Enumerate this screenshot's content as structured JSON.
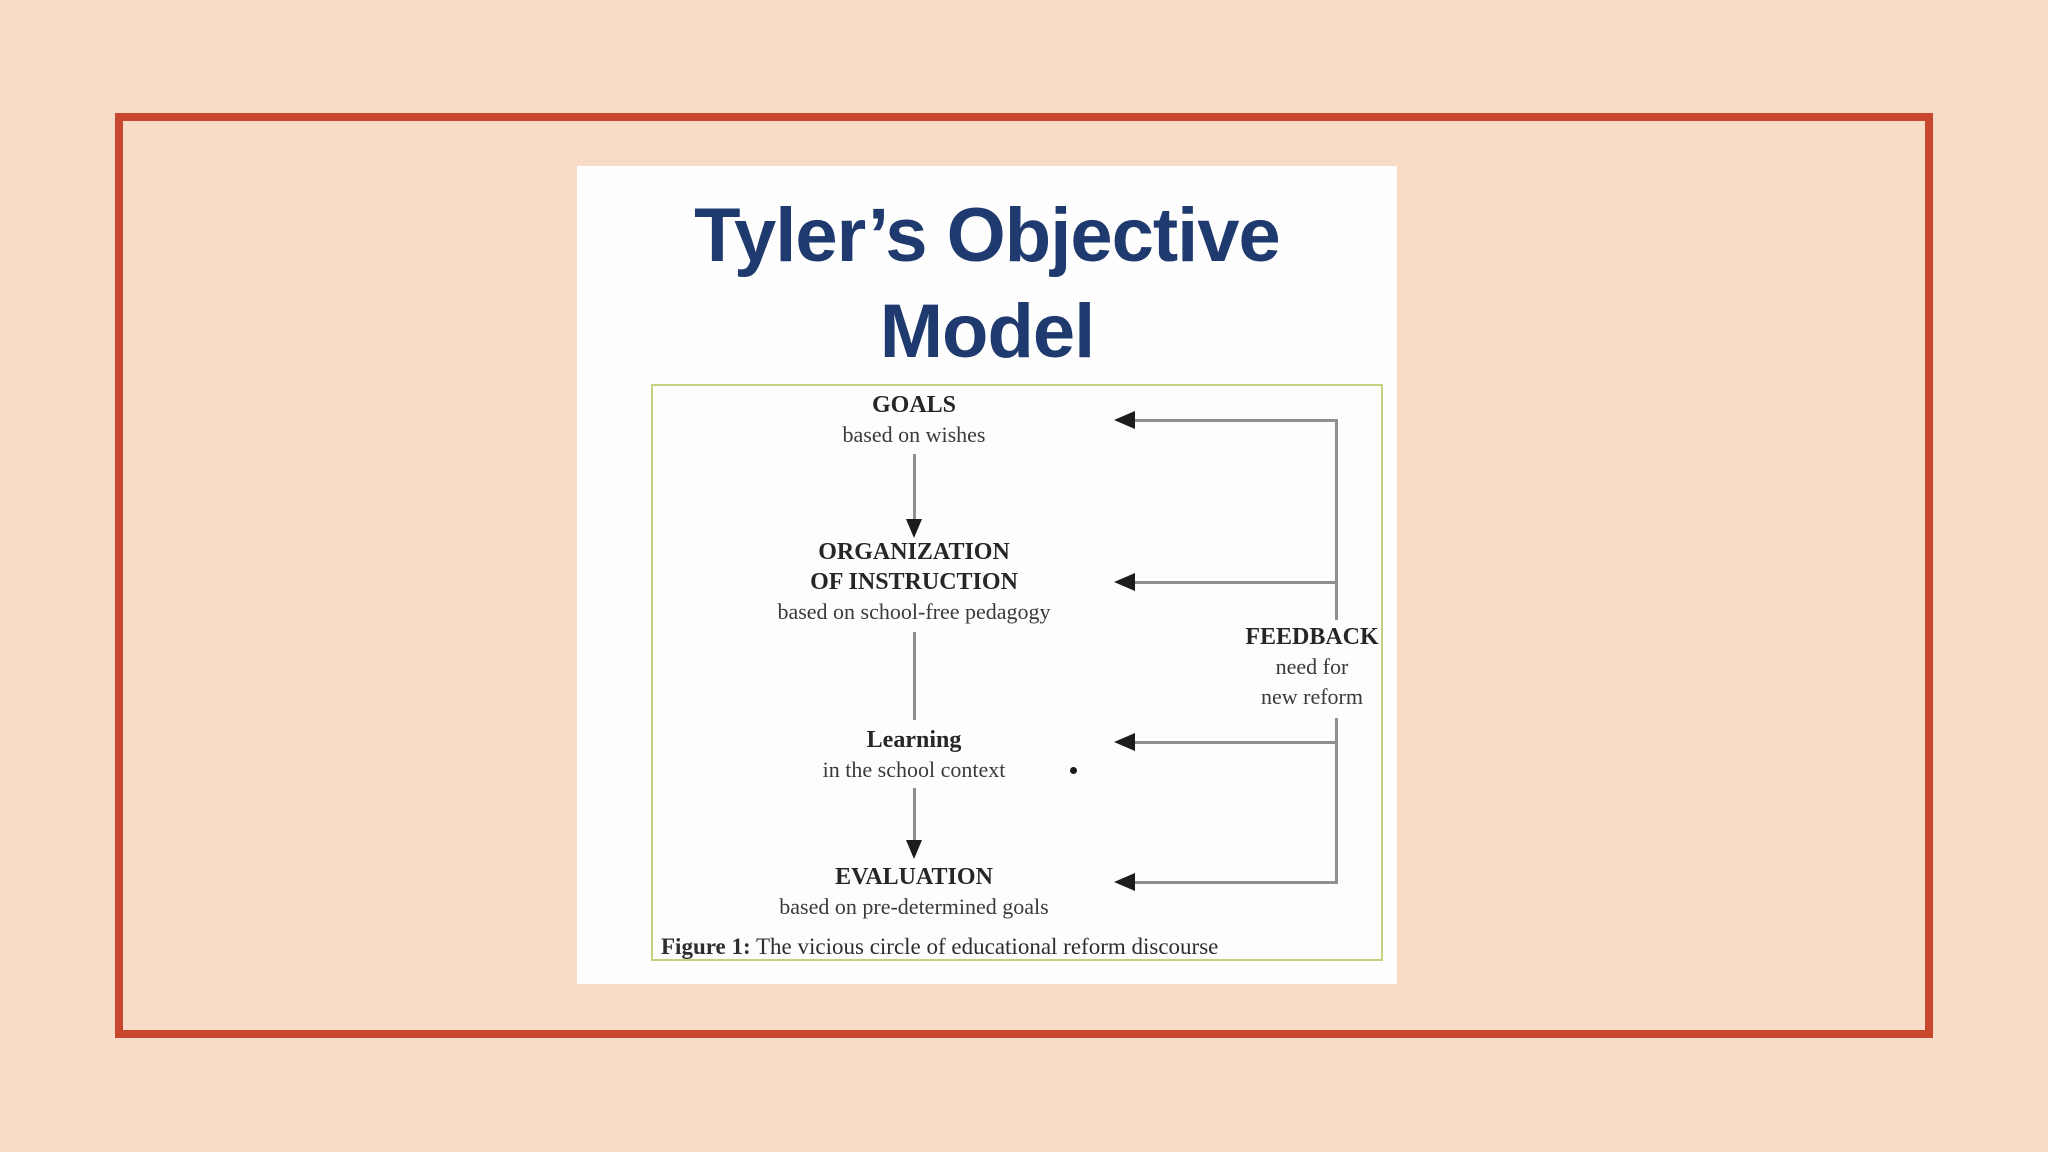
{
  "title": {
    "line1": "Tyler’s Objective",
    "line2": "Model"
  },
  "diagram": {
    "steps": [
      {
        "title": "GOALS",
        "subtitle": "based on wishes"
      },
      {
        "title": "ORGANIZATION",
        "title2": "OF INSTRUCTION",
        "subtitle": "based on school-free pedagogy"
      },
      {
        "title": "Learning",
        "subtitle": "in the school context"
      },
      {
        "title": "EVALUATION",
        "subtitle": "based on pre-determined goals"
      }
    ],
    "feedback": {
      "title": "FEEDBACK",
      "line1": "need for",
      "line2": "new reform"
    },
    "caption": {
      "label": "Figure 1:",
      "text": " The vicious circle of educational reform discourse"
    }
  },
  "colors": {
    "background_peach": "#f8dcc8",
    "frame_red": "#c7482f",
    "title_navy": "#1e3a6e",
    "diagram_border_green": "#c3d282",
    "line_gray": "#8f8f8f",
    "arrowhead_black": "#1c1c1c",
    "text_dark": "#2e2e2e",
    "panel_white": "#fefefe"
  }
}
